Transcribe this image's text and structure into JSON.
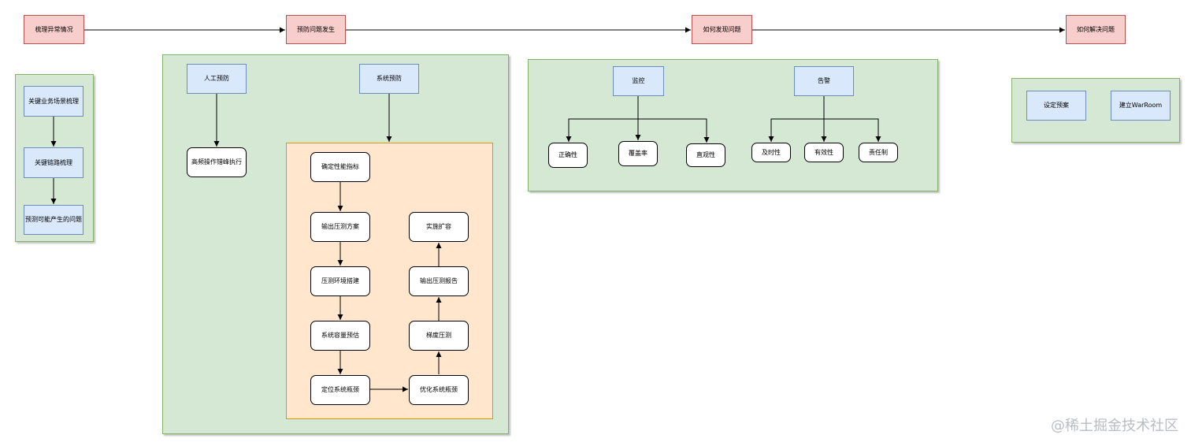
{
  "top_flow": {
    "step1": "梳理异常情况",
    "step2": "预防问题发生",
    "step3": "如何发现问题",
    "step4": "如何解决问题"
  },
  "sort_out": {
    "item1": "关键业务场景梳理",
    "item2": "关键链路梳理",
    "item3": "预测可能产生的问题"
  },
  "prevent": {
    "manual": "人工预防",
    "manual_action": "高频操作错峰执行",
    "system": "系统预防",
    "steps": {
      "s1": "确定性能指标",
      "s2": "输出压测方案",
      "s3": "压测环境搭建",
      "s4": "系统容量预估",
      "s5": "定位系统瓶颈",
      "s6": "优化系统瓶颈",
      "s7": "梯度压测",
      "s8": "输出压测报告",
      "s9": "实施扩容"
    }
  },
  "discover": {
    "monitor": "监控",
    "monitor_items": [
      "正确性",
      "覆盖率",
      "直观性"
    ],
    "alert": "告警",
    "alert_items": [
      "及时性",
      "有效性",
      "责任制"
    ]
  },
  "resolve": {
    "plan": "设定预案",
    "warroom": "建立WarRoom"
  },
  "watermark": "@稀土掘金技术社区",
  "colors": {
    "red_fill": "#f8cecc",
    "blue_fill": "#dae8fc",
    "green_group": "#d5e8d4",
    "orange_group": "#ffe6cc"
  }
}
